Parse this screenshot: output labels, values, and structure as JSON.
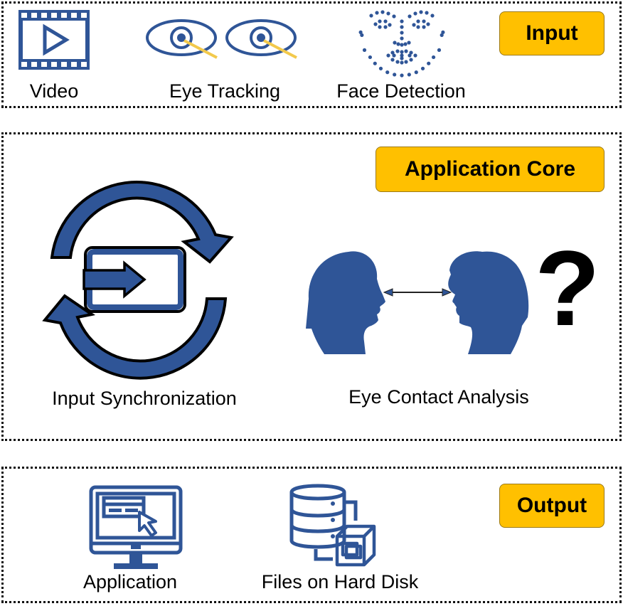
{
  "input": {
    "tag": "Input",
    "items": [
      {
        "label": "Video",
        "icon": "video-icon"
      },
      {
        "label": "Eye Tracking",
        "icon": "eye-tracking-icon"
      },
      {
        "label": "Face Detection",
        "icon": "face-landmarks-icon"
      }
    ]
  },
  "core": {
    "tag": "Application Core",
    "items": [
      {
        "label": "Input Synchronization",
        "icon": "sync-arrows-icon"
      },
      {
        "label": "Eye Contact Analysis",
        "icon": "two-heads-icon"
      }
    ],
    "question_mark": "?"
  },
  "output": {
    "tag": "Output",
    "items": [
      {
        "label": "Application",
        "icon": "monitor-app-icon"
      },
      {
        "label": "Files on Hard Disk",
        "icon": "database-icon"
      }
    ]
  },
  "colors": {
    "accent_blue": "#2F5597",
    "tag_fill": "#FFC000",
    "tag_border": "#9C7A14",
    "pencil": "#F2C94C"
  }
}
